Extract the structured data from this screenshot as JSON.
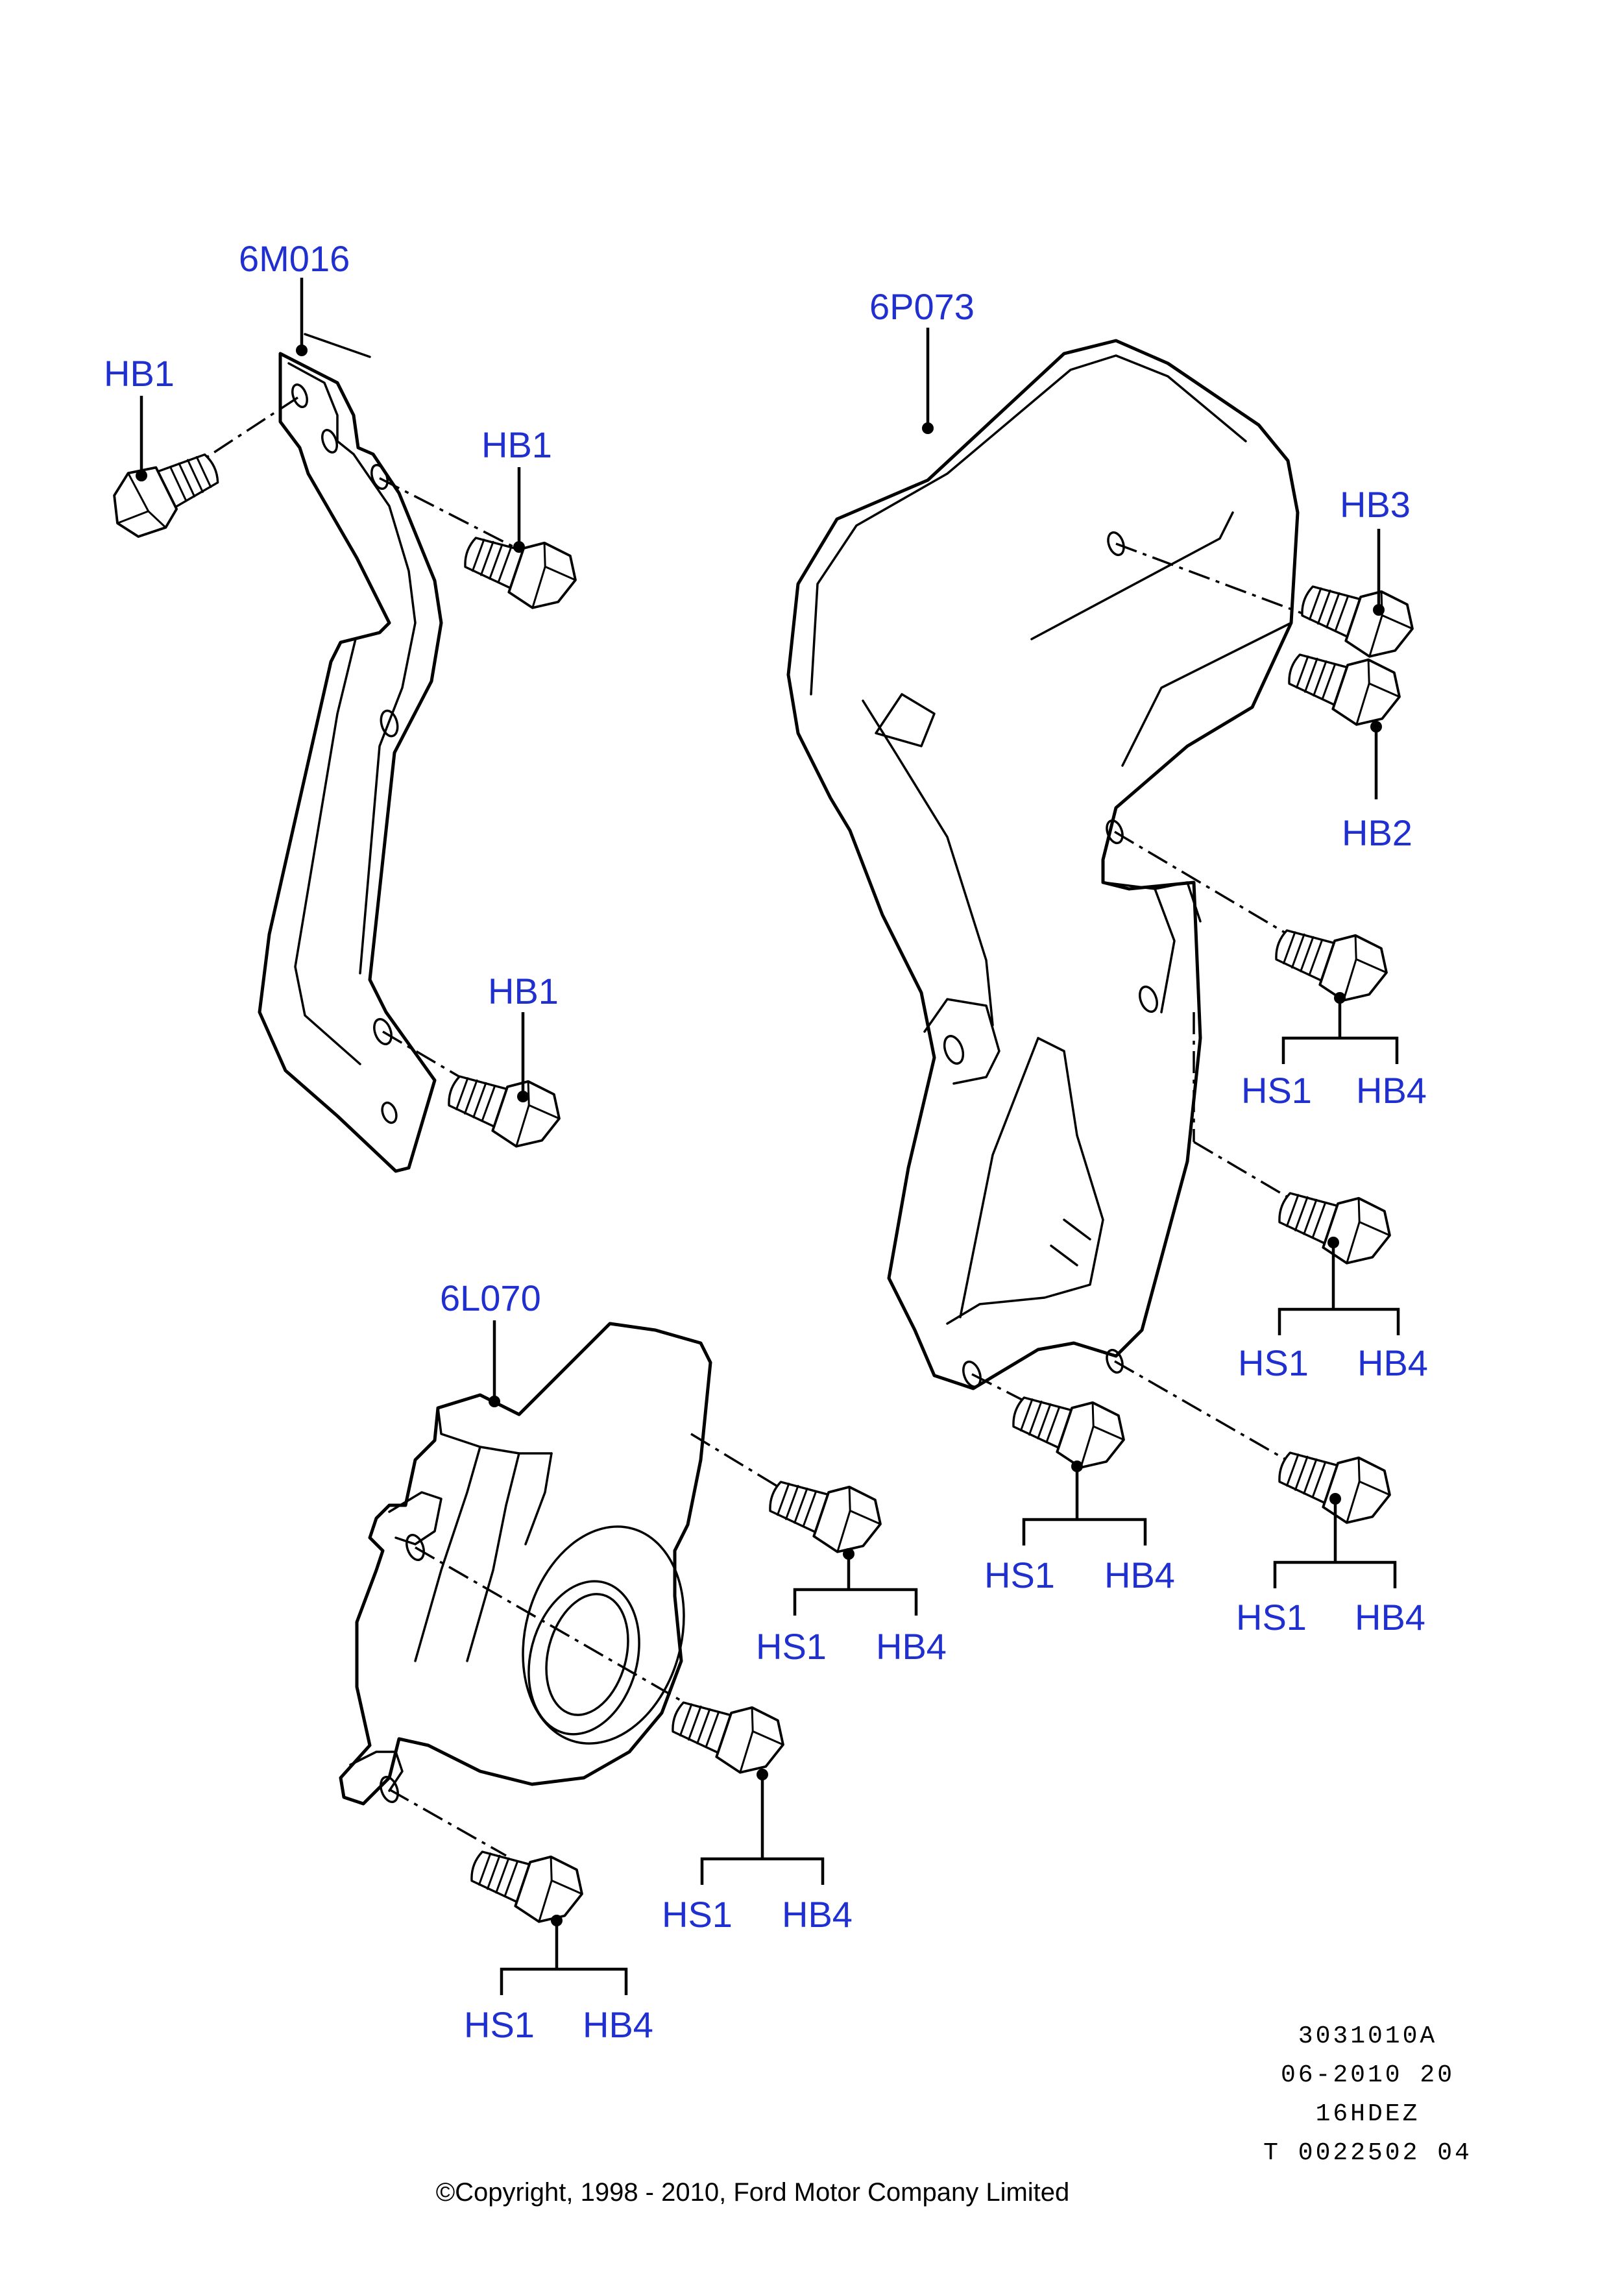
{
  "parts": {
    "bracket_6m016": "6M016",
    "cover_6p073": "6P073",
    "cover_6l070": "6L070"
  },
  "fasteners": {
    "hb1_a": "HB1",
    "hb1_b": "HB1",
    "hb1_c": "HB1",
    "hb3": "HB3",
    "hb2": "HB2",
    "hs1_a": "HS1",
    "hb4_a": "HB4",
    "hs1_b": "HS1",
    "hb4_b": "HB4",
    "hs1_c": "HS1",
    "hb4_c": "HB4",
    "hs1_d": "HS1",
    "hb4_d": "HB4",
    "hs1_e": "HS1",
    "hb4_e": "HB4",
    "hs1_f": "HS1",
    "hb4_f": "HB4",
    "hs1_g": "HS1",
    "hb4_g": "HB4"
  },
  "reference": {
    "line1": "3031010A",
    "line2": "06-2010 20",
    "line3": "16HDEZ",
    "line4": "T 0022502 04"
  },
  "copyright": "©Copyright, 1998 - 2010, Ford Motor Company Limited",
  "colors": {
    "label_blue": "#1f2fd0",
    "line": "#000000",
    "background": "#ffffff"
  }
}
